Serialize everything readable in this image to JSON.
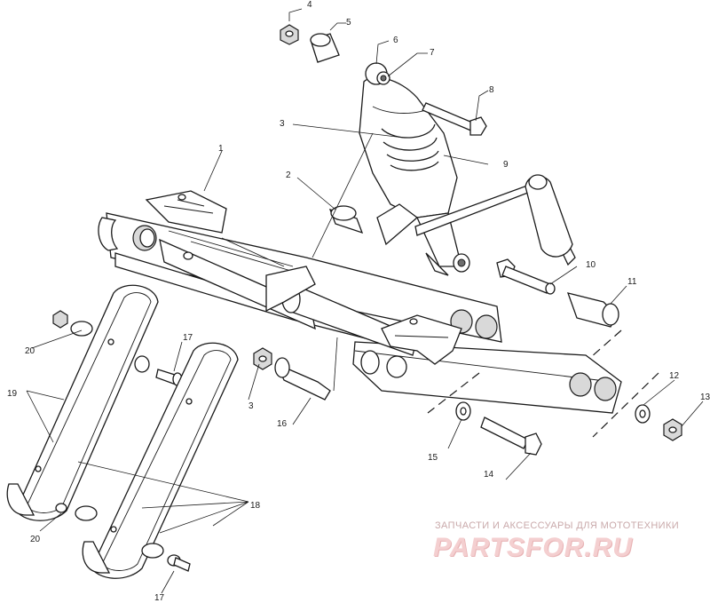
{
  "callouts": [
    "4",
    "5",
    "6",
    "7",
    "8",
    "3",
    "9",
    "2",
    "10",
    "11",
    "20",
    "17",
    "19",
    "3",
    "16",
    "15",
    "14",
    "12",
    "13",
    "20",
    "17",
    "18",
    "1"
  ],
  "watermark": {
    "caption": "ЗАПЧАСТИ И АКСЕССУАРЫ ДЛЯ МОТОТЕХНИКИ",
    "logo": "PARTSFOR.RU"
  }
}
